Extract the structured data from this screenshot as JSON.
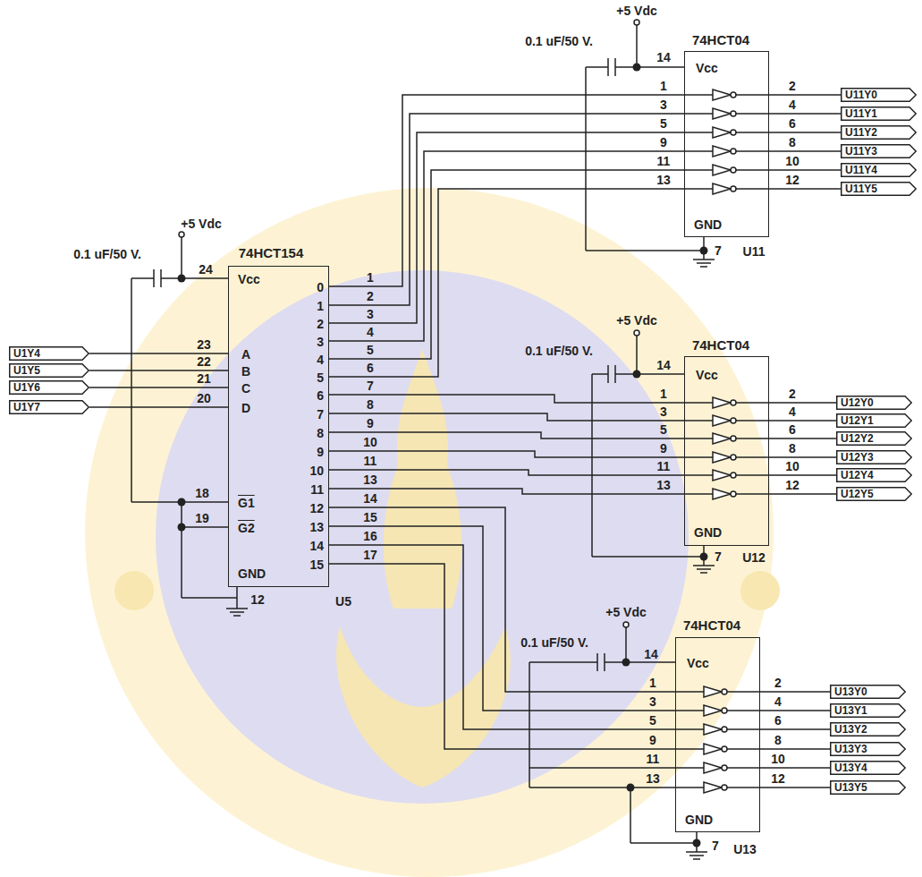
{
  "diagram": {
    "nodes": [
      {
        "text": [
          "74HCT04",
          "Vcc",
          "GND",
          "U11"
        ]
      },
      {
        "text": [
          "U11Y0"
        ]
      },
      {
        "text": [
          "U11Y1"
        ]
      },
      {
        "text": [
          "U11Y2"
        ]
      },
      {
        "text": [
          "U11Y3"
        ]
      },
      {
        "text": [
          "U11Y4"
        ]
      },
      {
        "text": [
          "U11Y5"
        ]
      },
      {
        "text": [
          "74HCT154",
          "Vcc",
          "A",
          "B",
          "C",
          "D",
          "G1",
          "G2",
          "GND",
          "0",
          "1",
          "2",
          "3",
          "4",
          "5",
          "6",
          "7",
          "8",
          "9",
          "10",
          "11",
          "12",
          "13",
          "14",
          "15",
          "U5"
        ]
      },
      {
        "text": [
          "U1Y4"
        ]
      },
      {
        "text": [
          "U1Y5"
        ]
      },
      {
        "text": [
          "U1Y6"
        ]
      },
      {
        "text": [
          "U1Y7"
        ]
      },
      {
        "text": [
          "74HCT04",
          "Vcc",
          "GND",
          "U12"
        ]
      },
      {
        "text": [
          "U12Y0"
        ]
      },
      {
        "text": [
          "U12Y1"
        ]
      },
      {
        "text": [
          "U12Y2"
        ]
      },
      {
        "text": [
          "U12Y3"
        ]
      },
      {
        "text": [
          "U12Y4"
        ]
      },
      {
        "text": [
          "U12Y5"
        ]
      },
      {
        "text": [
          "74HCT04",
          "Vcc",
          "GND",
          "U13"
        ]
      },
      {
        "text": [
          "U13Y0"
        ]
      },
      {
        "text": [
          "U13Y1"
        ]
      },
      {
        "text": [
          "U13Y2"
        ]
      },
      {
        "text": [
          "U13Y3"
        ]
      },
      {
        "text": [
          "U13Y4"
        ]
      },
      {
        "text": [
          "U13Y5"
        ]
      }
    ],
    "edges": [
      {
        "from": 8,
        "to": 7,
        "arrow": "none"
      },
      {
        "from": 9,
        "to": 7,
        "arrow": "none"
      },
      {
        "from": 10,
        "to": 7,
        "arrow": "none"
      },
      {
        "from": 11,
        "to": 7,
        "arrow": "none"
      },
      {
        "from": 7,
        "to": 0,
        "arrow": "none"
      },
      {
        "from": 7,
        "to": 0,
        "arrow": "none"
      },
      {
        "from": 7,
        "to": 0,
        "arrow": "none"
      },
      {
        "from": 7,
        "to": 0,
        "arrow": "none"
      },
      {
        "from": 7,
        "to": 0,
        "arrow": "none"
      },
      {
        "from": 7,
        "to": 0,
        "arrow": "none"
      },
      {
        "from": 0,
        "to": 1,
        "arrow": "none"
      },
      {
        "from": 0,
        "to": 2,
        "arrow": "none"
      },
      {
        "from": 0,
        "to": 3,
        "arrow": "none"
      },
      {
        "from": 0,
        "to": 4,
        "arrow": "none"
      },
      {
        "from": 0,
        "to": 5,
        "arrow": "none"
      },
      {
        "from": 0,
        "to": 6,
        "arrow": "none"
      },
      {
        "from": 7,
        "to": 12,
        "arrow": "none"
      },
      {
        "from": 7,
        "to": 12,
        "arrow": "none"
      },
      {
        "from": 7,
        "to": 12,
        "arrow": "none"
      },
      {
        "from": 7,
        "to": 12,
        "arrow": "none"
      },
      {
        "from": 7,
        "to": 12,
        "arrow": "none"
      },
      {
        "from": 7,
        "to": 12,
        "arrow": "none"
      },
      {
        "from": 12,
        "to": 13,
        "arrow": "none"
      },
      {
        "from": 12,
        "to": 14,
        "arrow": "none"
      },
      {
        "from": 12,
        "to": 15,
        "arrow": "none"
      },
      {
        "from": 12,
        "to": 16,
        "arrow": "none"
      },
      {
        "from": 12,
        "to": 17,
        "arrow": "none"
      },
      {
        "from": 12,
        "to": 18,
        "arrow": "none"
      },
      {
        "from": 7,
        "to": 19,
        "arrow": "none"
      },
      {
        "from": 7,
        "to": 19,
        "arrow": "none"
      },
      {
        "from": 7,
        "to": 19,
        "arrow": "none"
      },
      {
        "from": 7,
        "to": 19,
        "arrow": "none"
      },
      {
        "from": 19,
        "to": 20,
        "arrow": "none"
      },
      {
        "from": 19,
        "to": 21,
        "arrow": "none"
      },
      {
        "from": 19,
        "to": 22,
        "arrow": "none"
      },
      {
        "from": 19,
        "to": 23,
        "arrow": "none"
      },
      {
        "from": 19,
        "to": 24,
        "arrow": "none"
      },
      {
        "from": 19,
        "to": 25,
        "arrow": "none"
      }
    ],
    "labels": [
      "+5 Vdc",
      "0.1 uF/50 V.",
      "14",
      "1",
      "3",
      "5",
      "9",
      "11",
      "13",
      "2",
      "4",
      "6",
      "8",
      "10",
      "12",
      "7",
      "+5 Vdc",
      "0.1 uF/50 V.",
      "24",
      "23",
      "22",
      "21",
      "20",
      "18",
      "19",
      "12",
      "1",
      "2",
      "3",
      "4",
      "5",
      "6",
      "7",
      "8",
      "9",
      "10",
      "11",
      "13",
      "14",
      "15",
      "16",
      "17",
      "+5 Vdc",
      "0.1 uF/50 V.",
      "14",
      "1",
      "3",
      "5",
      "9",
      "11",
      "13",
      "2",
      "4",
      "6",
      "8",
      "10",
      "12",
      "7",
      "+5 Vdc",
      "0.1 uF/50 V.",
      "14",
      "1",
      "3",
      "5",
      "9",
      "11",
      "13",
      "2",
      "4",
      "6",
      "8",
      "10",
      "12",
      "7"
    ]
  }
}
